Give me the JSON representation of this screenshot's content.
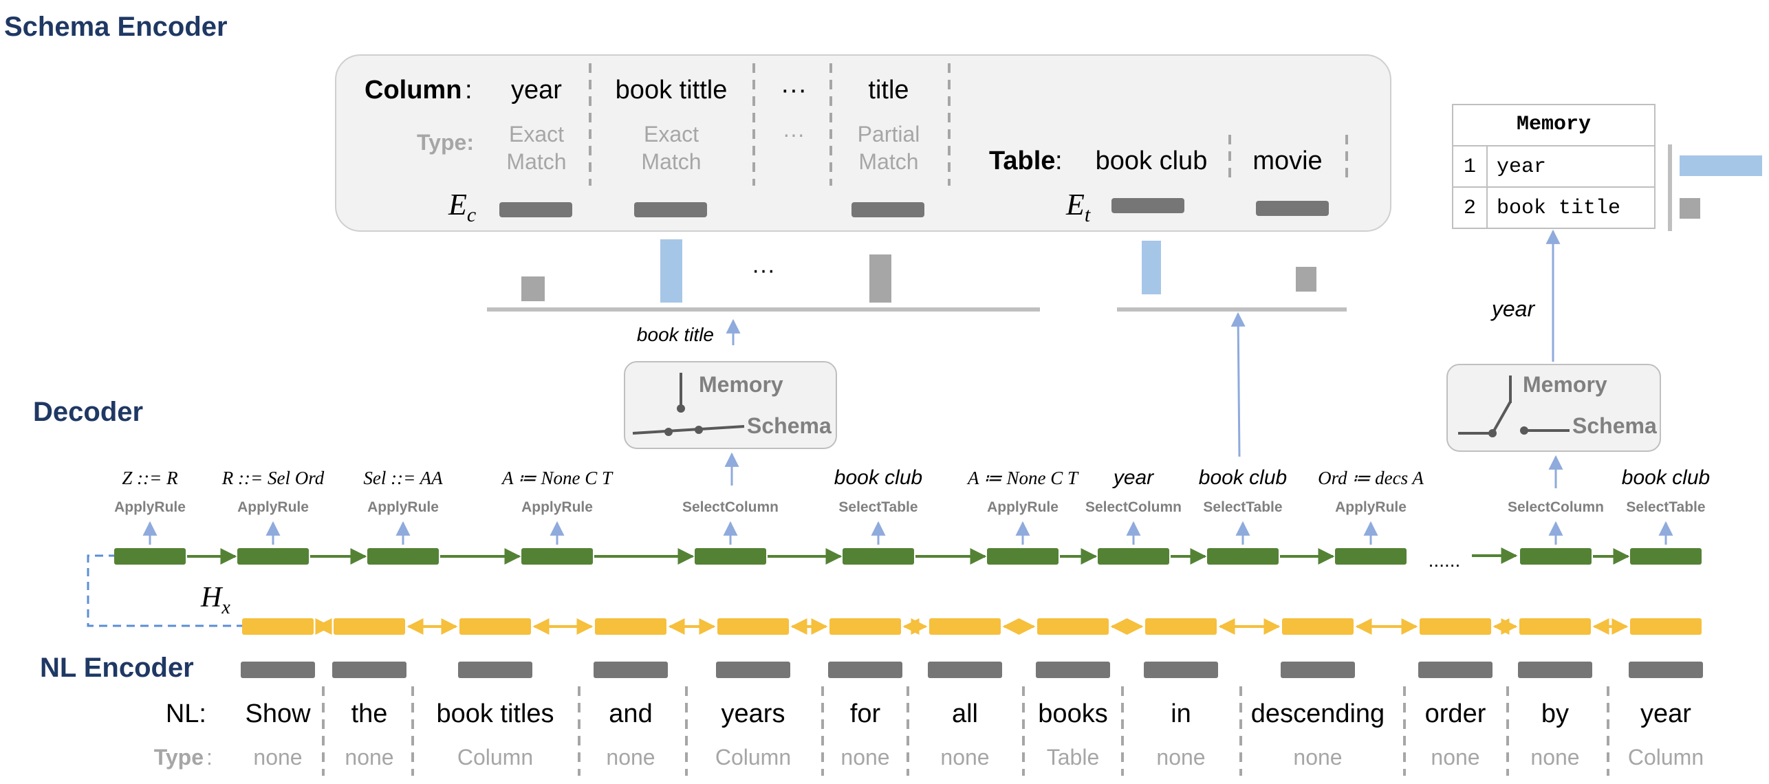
{
  "colors": {
    "navy": "#1f3864",
    "decoder_cell": "#548235",
    "encoder_cell": "#f6bf3c",
    "embedding_bar": "#767676",
    "highlight_bar": "#a6c6e8",
    "low_bar": "#a6a6a6",
    "arrow": "#8faadc",
    "dashed_divider": "#a6a6a6",
    "panel_fill": "#f2f2f2",
    "panel_stroke": "#cfcfcf"
  },
  "sections": {
    "schema_encoder": "Schema Encoder",
    "decoder": "Decoder",
    "nl_encoder": "NL Encoder"
  },
  "schema": {
    "column_label": "Column",
    "type_label": "Type:",
    "ec_symbol": "E",
    "ec_sub": "c",
    "columns": [
      {
        "name": "year",
        "type1": "Exact",
        "type2": "Match"
      },
      {
        "name": "book tittle",
        "type1": "Exact",
        "type2": "Match"
      },
      {
        "name": "···",
        "type1": "···",
        "type2": ""
      },
      {
        "name": "title",
        "type1": "Partial",
        "type2": "Match"
      }
    ],
    "table_label": "Table",
    "et_symbol": "E",
    "et_sub": "t",
    "tables": [
      "book club",
      "movie"
    ],
    "column_scores_ellipsis": "···",
    "colon": ":"
  },
  "memory_table": {
    "header": "Memory",
    "rows": [
      {
        "index": "1",
        "value": "year"
      },
      {
        "index": "2",
        "value": "book title"
      }
    ]
  },
  "switches": {
    "left": {
      "memory": "Memory",
      "schema": "Schema"
    },
    "right": {
      "memory": "Memory",
      "schema": "Schema"
    }
  },
  "arrow_labels": {
    "book_title": "book title",
    "year": "year"
  },
  "hx": {
    "symbol": "H",
    "sub": "x"
  },
  "decoder_steps": [
    {
      "value": "Z ::= R",
      "action": "ApplyRule"
    },
    {
      "value": "R ::= Sel Ord",
      "action": "ApplyRule"
    },
    {
      "value": "Sel ::= AA",
      "action": "ApplyRule"
    },
    {
      "value": "A ≔ None C T",
      "action": "ApplyRule"
    },
    {
      "value": "",
      "action": "SelectColumn"
    },
    {
      "value": "book club",
      "action": "SelectTable"
    },
    {
      "value": "A ≔ None C T",
      "action": "ApplyRule"
    },
    {
      "value": "year",
      "action": "SelectColumn"
    },
    {
      "value": "book club",
      "action": "SelectTable"
    },
    {
      "value": "Ord ≔ decs A",
      "action": "ApplyRule"
    },
    {
      "value": "",
      "action": "SelectColumn"
    },
    {
      "value": "book club",
      "action": "SelectTable"
    }
  ],
  "decoder_ellipsis": "......",
  "nl": {
    "nl_label": "NL:",
    "type_label": "Type",
    "colon": ":",
    "tokens": [
      {
        "word": "Show",
        "type": "none"
      },
      {
        "word": "the",
        "type": "none"
      },
      {
        "word": "book titles",
        "type": "Column"
      },
      {
        "word": "and",
        "type": "none"
      },
      {
        "word": "years",
        "type": "Column"
      },
      {
        "word": "for",
        "type": "none"
      },
      {
        "word": "all",
        "type": "none"
      },
      {
        "word": "books",
        "type": "Table"
      },
      {
        "word": "in",
        "type": "none"
      },
      {
        "word": "descending",
        "type": "none"
      },
      {
        "word": "order",
        "type": "none"
      },
      {
        "word": "by",
        "type": "none"
      },
      {
        "word": "year",
        "type": "Column"
      }
    ]
  }
}
